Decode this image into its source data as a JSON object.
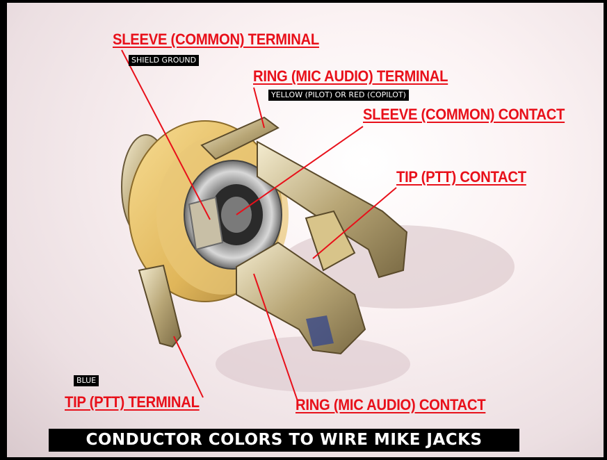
{
  "labels": {
    "sleeve_terminal": "SLEEVE (COMMON) TERMINAL",
    "ring_terminal": "RING (MIC AUDIO) TERMINAL",
    "sleeve_contact": "SLEEVE (COMMON) CONTACT",
    "tip_contact": "TIP (PTT) CONTACT",
    "tip_terminal": "TIP (PTT) TERMINAL",
    "ring_contact": "RING (MIC AUDIO) CONTACT"
  },
  "tags": {
    "shield_ground": "SHIELD GROUND",
    "ring_colors": "YELLOW (PILOT) OR RED (COPILOT)",
    "blue": "BLUE"
  },
  "banner": "CONDUCTOR COLORS TO WIRE MIKE JACKS",
  "colors": {
    "label_red": "#e8101a",
    "insulator_yellow": "#e8c46a",
    "metal": "#c9b98a",
    "background": "#f7ecee"
  }
}
